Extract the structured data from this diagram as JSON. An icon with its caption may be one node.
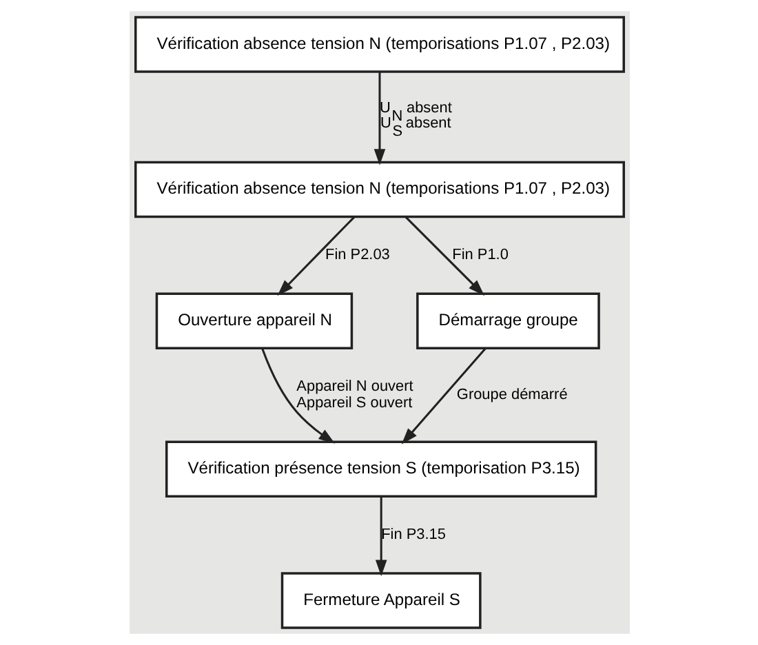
{
  "diagram": {
    "nodes": [
      {
        "text": [
          "Vérification absence tension N (temporisations P1.07 , P2.03)"
        ]
      },
      {
        "text": [
          "Vérification absence tension N (temporisations P1.07 , P2.03)"
        ]
      },
      {
        "text": [
          "Ouverture appareil N"
        ]
      },
      {
        "text": [
          "Démarrage groupe"
        ]
      },
      {
        "text": [
          "Vérification présence tension S (temporisation P3.15)"
        ]
      },
      {
        "text": [
          "Fermeture Appareil S"
        ]
      }
    ],
    "edges": [
      {
        "from": 0,
        "to": 1,
        "arrow": "to",
        "label": "U$_{N}$ absent U$_{S}$ absent"
      },
      {
        "from": 1,
        "to": 2,
        "arrow": "to",
        "label": "Fin P2.03"
      },
      {
        "from": 1,
        "to": 3,
        "arrow": "to",
        "label": "Fin P1.0"
      },
      {
        "from": 2,
        "to": 4,
        "arrow": "to",
        "label": "Appareil N ouvert Appareil S ouvert"
      },
      {
        "from": 3,
        "to": 4,
        "arrow": "to",
        "label": "Groupe démarré"
      },
      {
        "from": 4,
        "to": 5,
        "arrow": "to",
        "label": "Fin P3.15"
      }
    ]
  }
}
